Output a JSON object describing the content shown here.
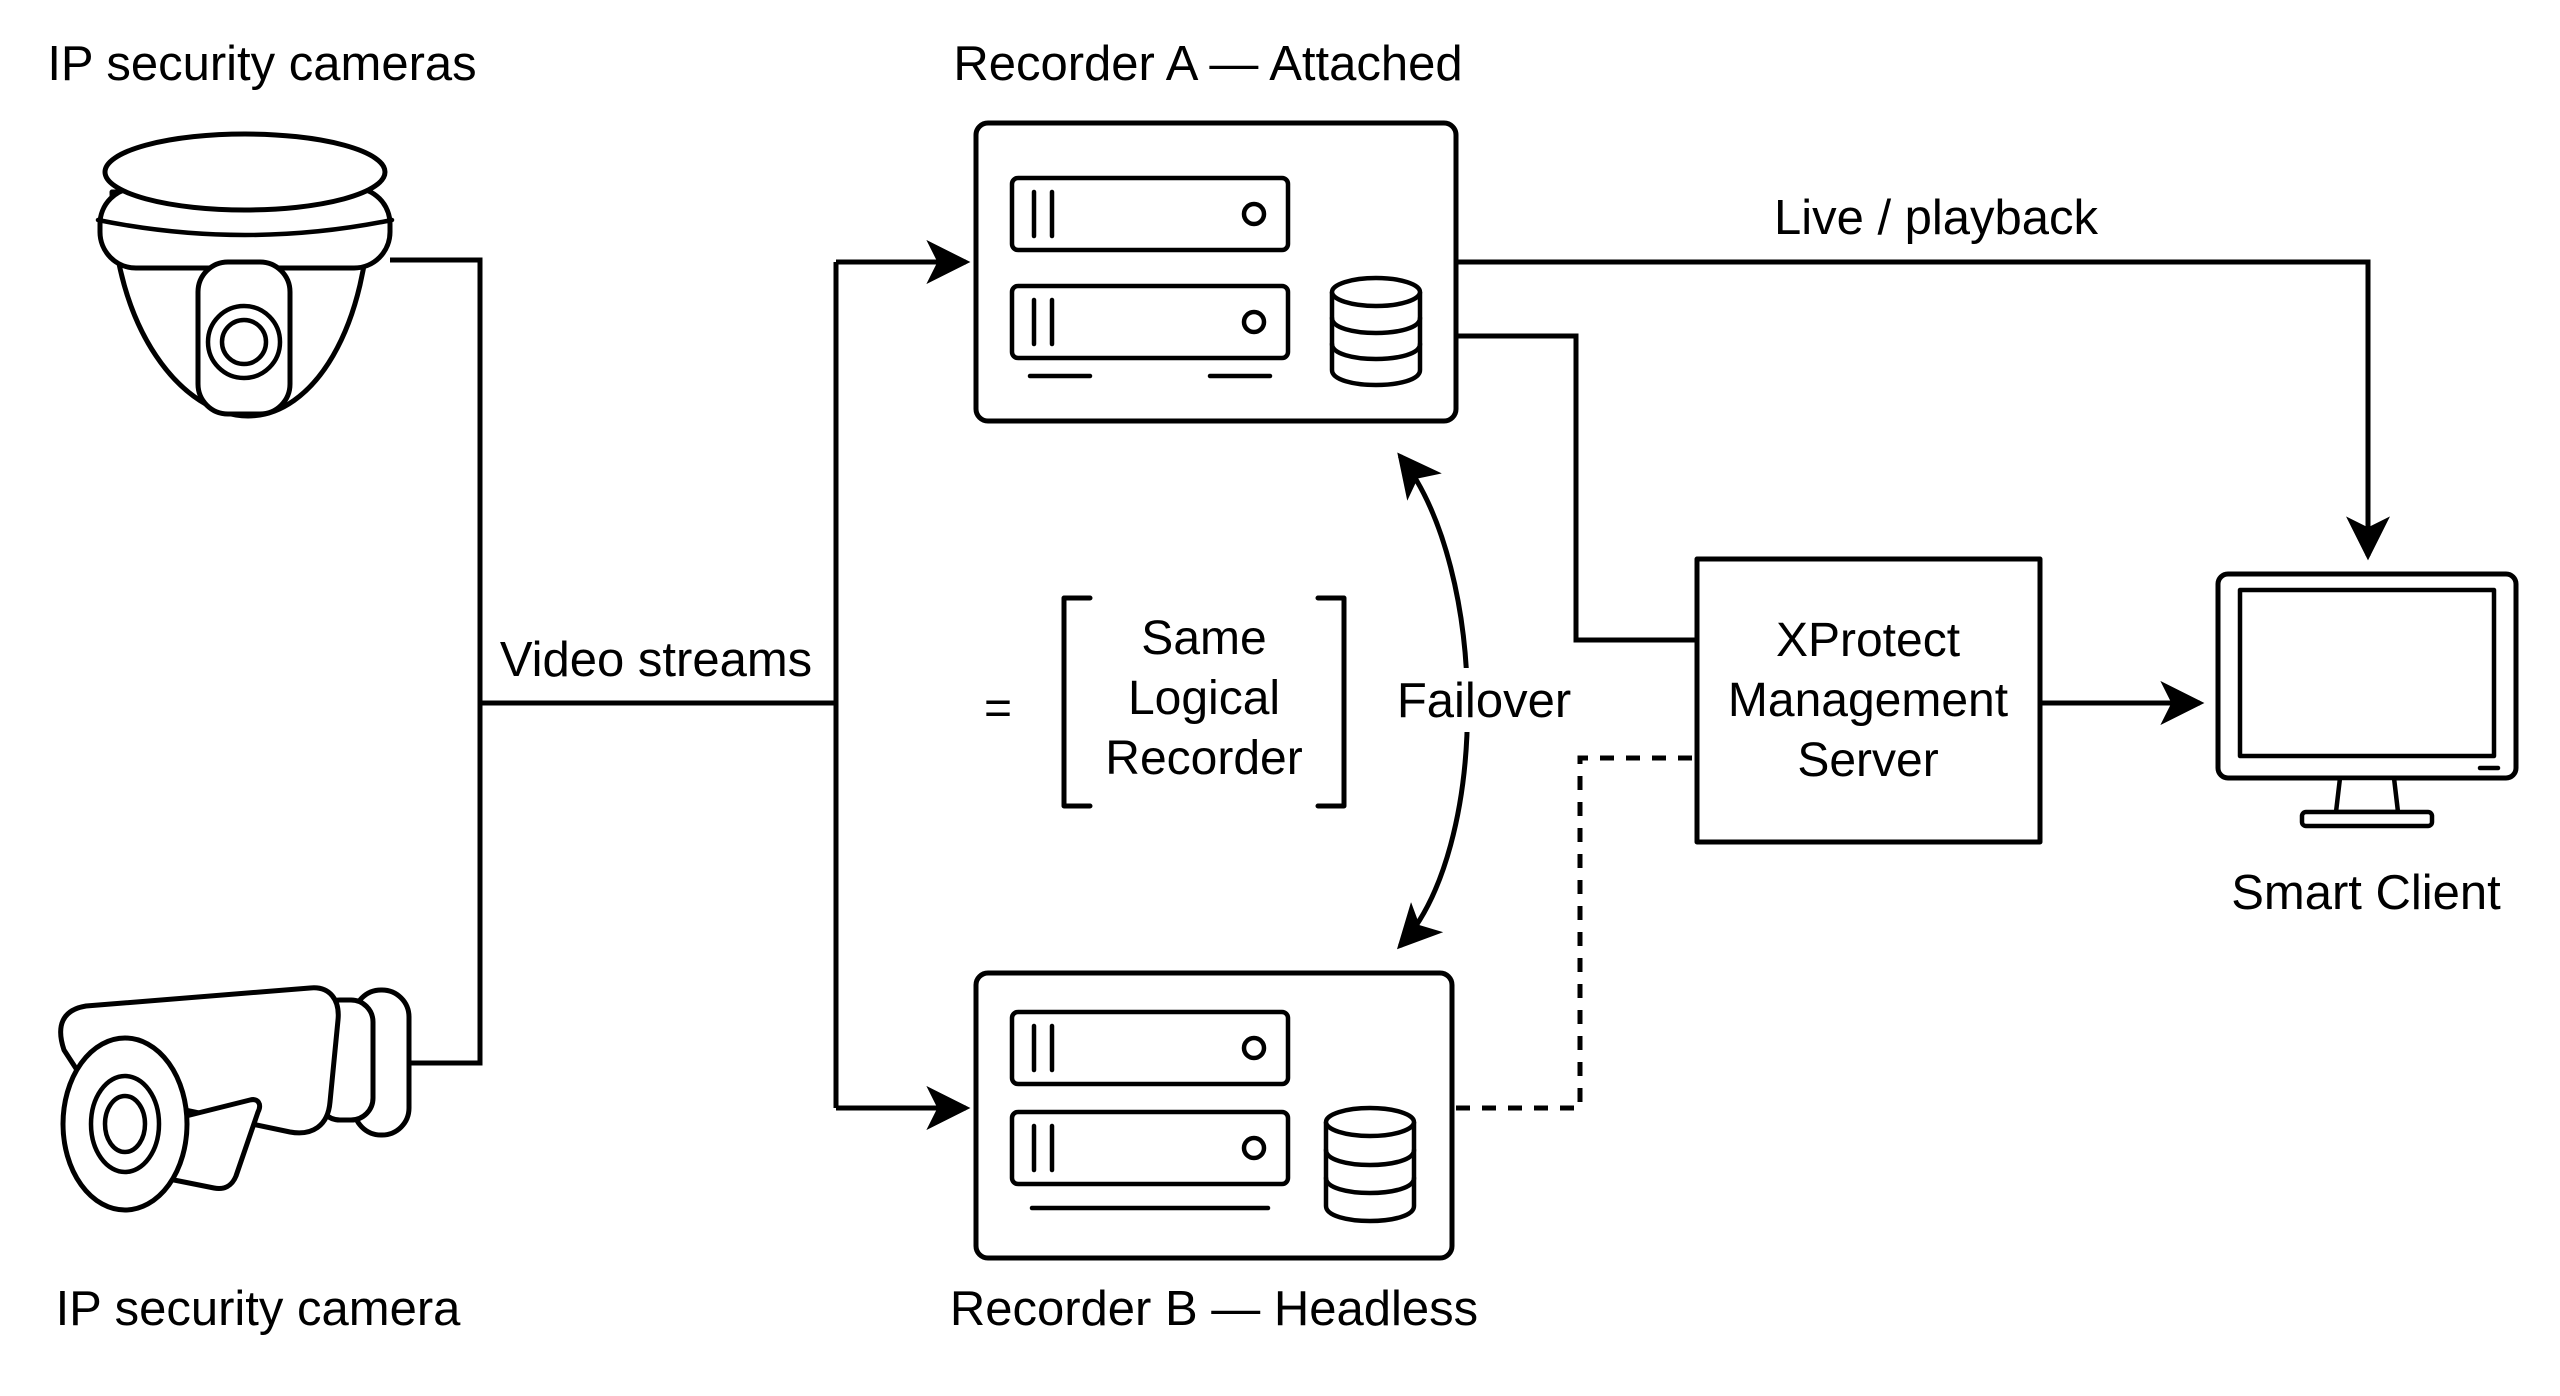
{
  "labels": {
    "dome_camera": "IP security cameras",
    "bullet_camera": "IP security camera",
    "recorder_a": "Recorder A — Attached",
    "recorder_b": "Recorder B — Headless",
    "video_streams": "Video streams",
    "equals": "=",
    "logical_recorder": [
      "Same",
      "Logical",
      "Recorder"
    ],
    "failover": "Failover",
    "live_playback": "Live / playback",
    "management_server": [
      "XProtect",
      "Management",
      "Server"
    ],
    "smart_client": "Smart Client"
  },
  "icons": [
    "dome-camera-icon",
    "bullet-camera-icon",
    "server-icon",
    "database-icon",
    "monitor-icon"
  ],
  "colors": {
    "stroke": "#000000",
    "background": "#ffffff"
  }
}
